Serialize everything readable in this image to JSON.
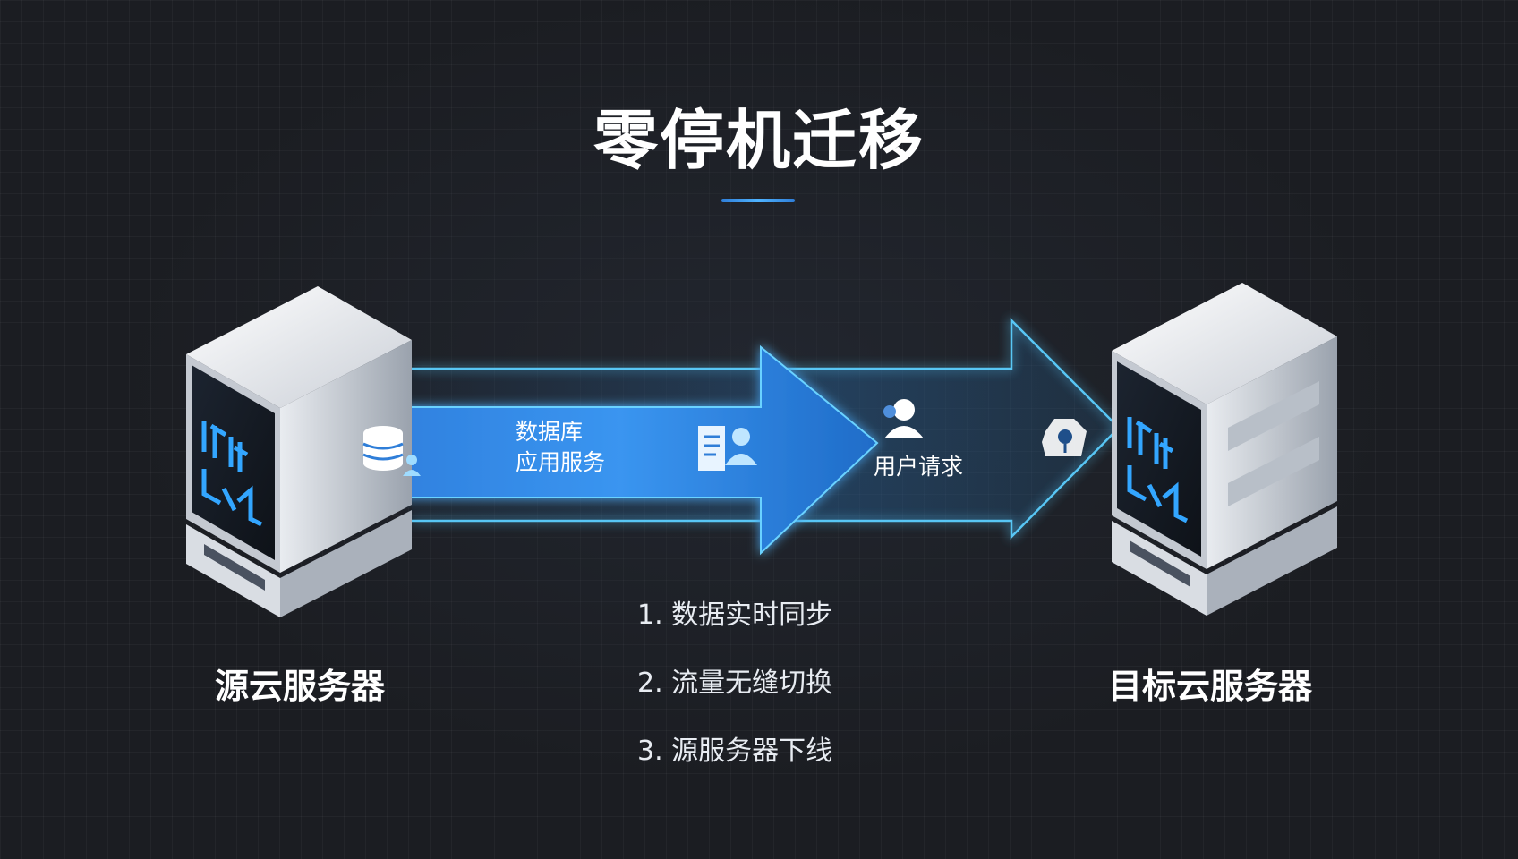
{
  "title": "零停机迁移",
  "source_server": {
    "label": "源云服务器",
    "icon": "server-icon"
  },
  "target_server": {
    "label": "目标云服务器",
    "icon": "server-icon"
  },
  "migration_flow": {
    "payload_label_line1": "数据库",
    "payload_label_line2": "应用服务",
    "user_request_label": "用户请求",
    "icons": [
      "database-user-icon",
      "document-user-icon",
      "user-icon",
      "location-pin-icon"
    ]
  },
  "steps": [
    "1. 数据实时同步",
    "2. 流量无缝切换",
    "3. 源服务器下线"
  ],
  "colors": {
    "accent": "#2f7ed8",
    "arrow_blue": "#2d8cf0",
    "glow": "#4fc3ff",
    "background": "#1b1d22"
  }
}
